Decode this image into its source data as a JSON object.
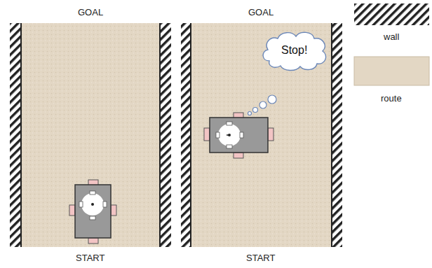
{
  "diagram": {
    "nodes": [
      {
        "text": [
          "Stop!"
        ]
      }
    ],
    "labels": [
      "GOAL",
      "GOAL",
      "START",
      "START"
    ],
    "legend": [
      {
        "text": "wall"
      },
      {
        "text": "route",
        "color": "#e3d7c4"
      }
    ]
  }
}
